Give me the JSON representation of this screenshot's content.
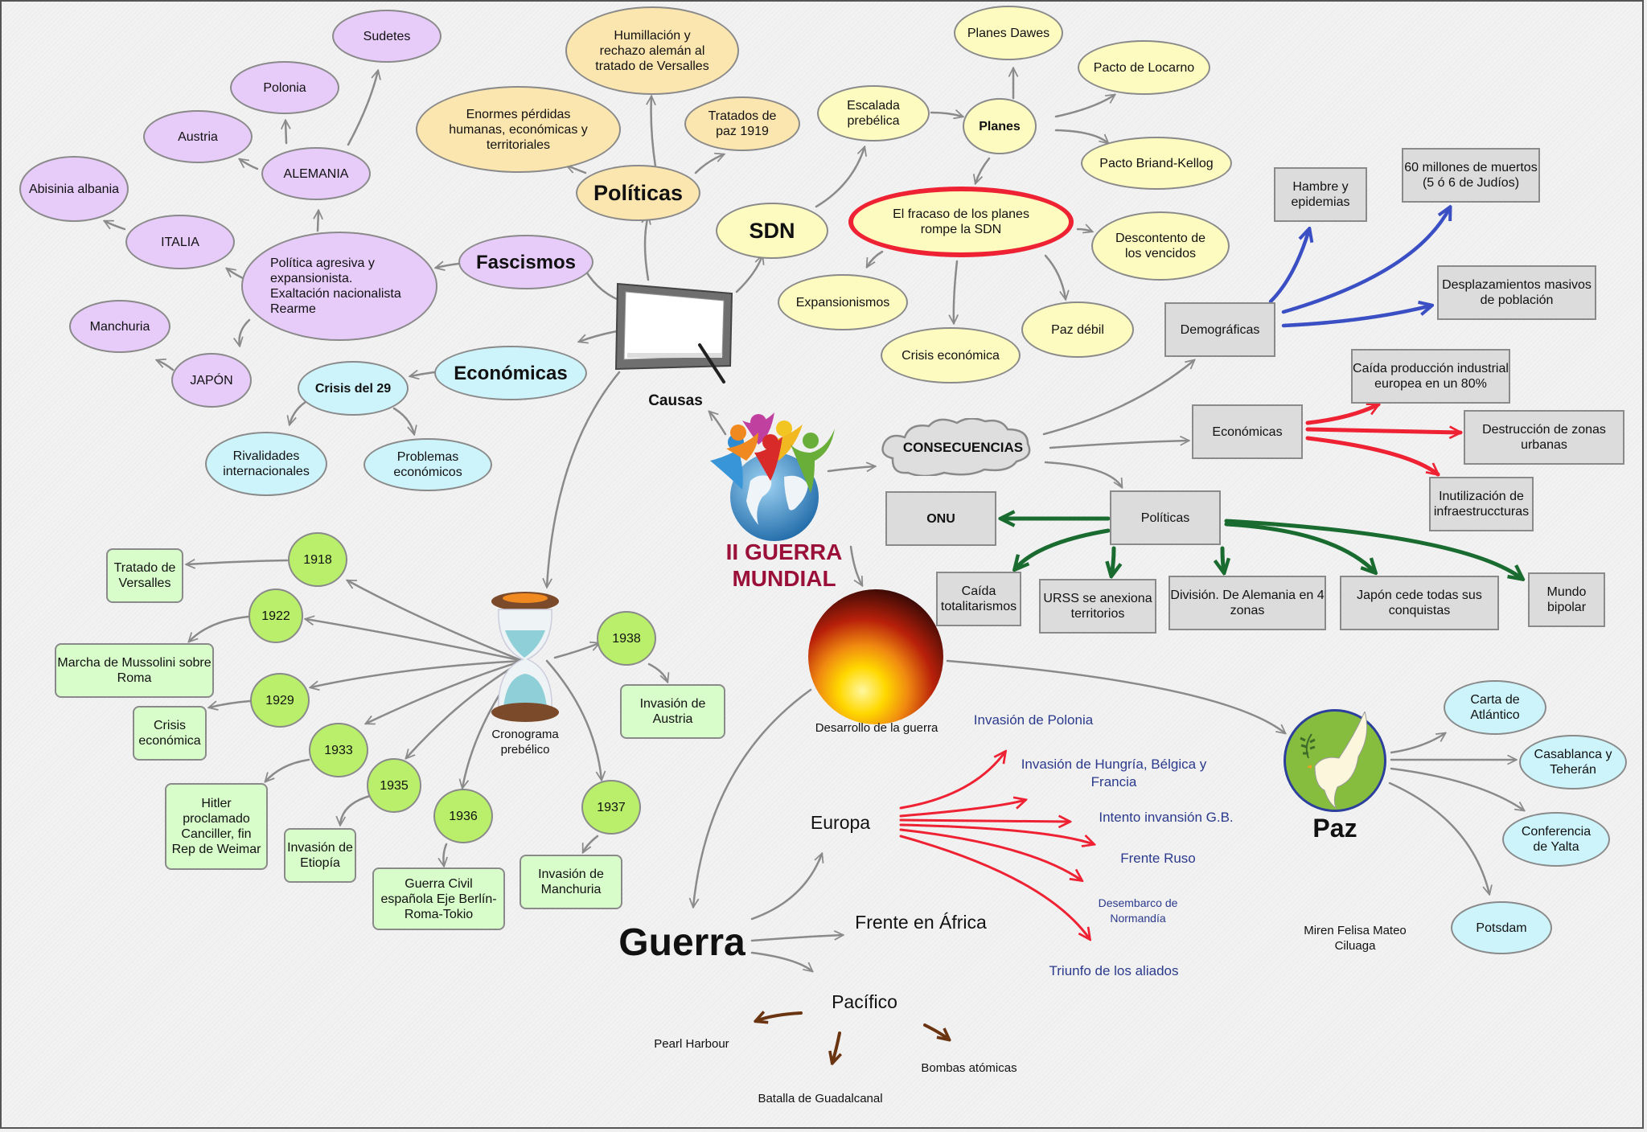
{
  "title": {
    "line1": "II GUERRA",
    "line2": "MUNDIAL",
    "color": "#9a1038"
  },
  "colors": {
    "arrow_grey": "#8a8a8a",
    "arrow_blue": "#3a4fc4",
    "arrow_red": "#ee2233",
    "arrow_green": "#1a6b30",
    "arrow_brown": "#6b3410",
    "text_blue": "#2b3a8c"
  },
  "causes": {
    "label": "Causas",
    "icon": "tablet-icon",
    "politicas": {
      "label": "Políticas",
      "children": [
        "Humillación y rechazo alemán al tratado de Versalles",
        "Enormes pérdidas humanas, económicas y territoriales",
        "Tratados de paz 1919"
      ]
    },
    "sdn": {
      "label": "SDN",
      "escalada": "Escalada prebélica",
      "planes": "Planes",
      "planes_children": [
        "Planes Dawes",
        "Pacto de Locarno",
        "Pacto Briand-Kellog"
      ],
      "fracaso": "El fracaso de los planes rompe la SDN",
      "fracaso_children": [
        "Expansionismos",
        "Crisis económica",
        "Paz débil",
        "Descontento de los vencidos"
      ]
    },
    "fascismos": {
      "label": "Fascismos",
      "description": [
        "Política agresiva y",
        "expansionista.",
        "Exaltación nacionalista",
        "Rearme"
      ],
      "alemania": "ALEMANIA",
      "alemania_children": [
        "Sudetes",
        "Polonia",
        "Austria"
      ],
      "italia": "ITALIA",
      "italia_child": "Abisinia albania",
      "japon": "JAPÓN",
      "japon_child": "Manchuria"
    },
    "economicas": {
      "label": "Económicas",
      "crisis": "Crisis del 29",
      "crisis_children": [
        "Rivalidades internacionales",
        "Problemas económicos"
      ]
    }
  },
  "cronograma": {
    "label": "Cronograma prebélico",
    "icon": "hourglass-icon",
    "events": [
      {
        "year": "1918",
        "event": "Tratado de Versalles"
      },
      {
        "year": "1922",
        "event": "Marcha de Mussolini sobre Roma"
      },
      {
        "year": "1929",
        "event": "Crisis económica"
      },
      {
        "year": "1933",
        "event": "Hitler proclamado Canciller, fin Rep de Weimar"
      },
      {
        "year": "1935",
        "event": "Invasión de Etiopía"
      },
      {
        "year": "1936",
        "event": "Guerra Civil española Eje Berlín-Roma-Tokio"
      },
      {
        "year": "1937",
        "event": "Invasión de Manchuria"
      },
      {
        "year": "1938",
        "event": "Invasión de Austria"
      }
    ]
  },
  "consecuencias": {
    "label": "CONSECUENCIAS",
    "demograficas": {
      "label": "Demográficas",
      "children": [
        "Hambre y epidemias",
        "60 millones de muertos (5 ó 6 de Judíos)",
        "Desplazamientos masivos de población"
      ]
    },
    "economicas": {
      "label": "Económicas",
      "children": [
        "Caída producción industrial europea en un 80%",
        "Destrucción de zonas urbanas",
        "Inutilización de infraestruccturas"
      ]
    },
    "politicas": {
      "label": "Políticas",
      "children": [
        "ONU",
        "Caída totalitarismos",
        "URSS se anexiona territorios",
        "División. De Alemania en 4 zonas",
        "Japón cede todas sus conquistas",
        "Mundo bipolar"
      ]
    }
  },
  "desarrollo": {
    "label": "Desarrollo de la guerra",
    "icon": "burning-city-icon",
    "guerra": "Guerra",
    "europa": {
      "label": "Europa",
      "children": [
        "Invasión de Polonia",
        "Invasión de Hungría, Bélgica y Francia",
        "Intento invansión G.B.",
        "Frente Ruso",
        "Desembarco de Normandía",
        "Triunfo de los aliados"
      ]
    },
    "africa": "Frente en África",
    "pacifico": {
      "label": "Pacífico",
      "children": [
        "Pearl Harbour",
        "Batalla de Guadalcanal",
        "Bombas atómicas"
      ]
    }
  },
  "paz": {
    "label": "Paz",
    "icon": "peace-dove-icon",
    "children": [
      "Carta de Atlántico",
      "Casablanca y Teherán",
      "Conferencia de Yalta",
      "Potsdam"
    ]
  },
  "author": "Miren Felisa Mateo Ciluaga"
}
